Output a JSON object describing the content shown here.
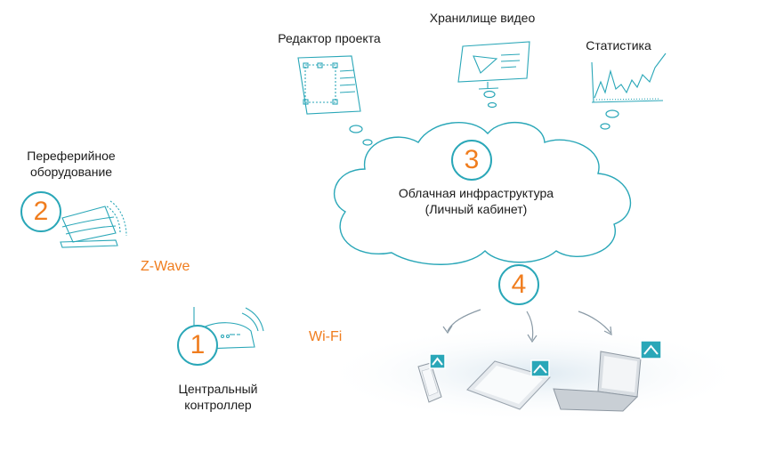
{
  "nodes": {
    "project_editor": {
      "label": "Редактор проекта"
    },
    "video_storage": {
      "label": "Хранилище видео"
    },
    "statistics": {
      "label": "Статистика"
    },
    "peripheral": {
      "number": "2",
      "label_line1": "Переферийное",
      "label_line2": "оборудование"
    },
    "cloud": {
      "number": "3",
      "label_line1": "Облачная инфраструктура",
      "label_line2": "(Личный кабинет)"
    },
    "devices": {
      "number": "4"
    },
    "controller": {
      "number": "1",
      "label_line1": "Центральный",
      "label_line2": "контроллер"
    }
  },
  "links": {
    "zwave": "Z-Wave",
    "wifi": "Wi-Fi"
  },
  "colors": {
    "accent": "#2aa7b8",
    "number": "#f07d1e",
    "link_label": "#f07d1e"
  }
}
